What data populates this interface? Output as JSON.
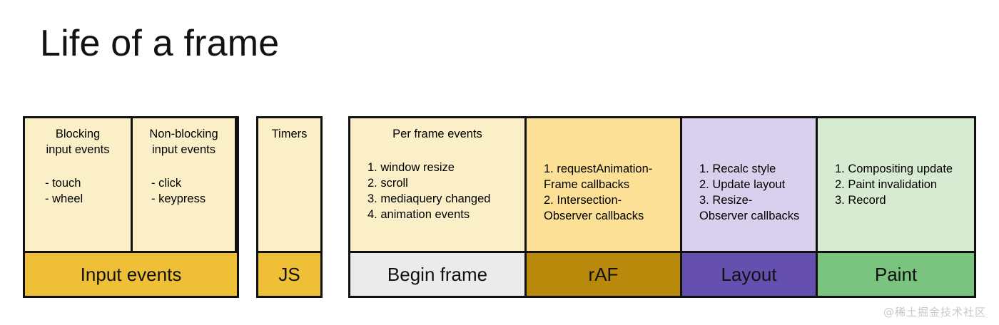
{
  "page": {
    "title": "Life of a frame",
    "background": "#ffffff",
    "watermark": "@稀土掘金技术社区",
    "watermark_color": "#c9c9c9"
  },
  "colors": {
    "border": "#111111",
    "cream": "#FBEFC8",
    "amber_light": "#FCE096",
    "amber_strong": "#EFC037",
    "gold_dark": "#B8890B",
    "grey_light": "#EBEBEB",
    "lavender": "#D8D0EC",
    "purple": "#6550B0",
    "green_light": "#D7EBD3",
    "green": "#7BC47F",
    "text": "#111111"
  },
  "diagram": {
    "groups": [
      {
        "name": "input-events-group",
        "columns": [
          {
            "name": "blocking-input-events",
            "top_fill": "cream",
            "heading": "Blocking\ninput events",
            "bullets": [
              "- touch",
              "- wheel"
            ]
          },
          {
            "name": "non-blocking-input-events",
            "top_fill": "cream",
            "heading": "Non-blocking\ninput events",
            "bullets": [
              "- click",
              "- keypress"
            ]
          }
        ],
        "phase": {
          "name": "phase-input-events",
          "label": "Input events",
          "fill": "amber_strong"
        }
      },
      {
        "name": "js-group",
        "columns": [
          {
            "name": "timers",
            "top_fill": "cream",
            "heading": "Timers",
            "bullets": []
          }
        ],
        "phase": {
          "name": "phase-js",
          "label": "JS",
          "fill": "amber_strong"
        }
      },
      {
        "name": "frame-pipeline-group",
        "columns": [
          {
            "name": "per-frame-events",
            "top_fill": "cream",
            "heading": "Per frame events",
            "bullets": [
              "1. window resize",
              "2. scroll",
              "3. mediaquery changed",
              "4. animation events"
            ],
            "phase": {
              "name": "phase-begin-frame",
              "label": "Begin frame",
              "fill": "grey_light"
            }
          },
          {
            "name": "raf-callbacks",
            "top_fill": "amber_light",
            "heading": "",
            "bullets": [
              "1. requestAnimation-\nFrame callbacks",
              "2. Intersection-\nObserver callbacks"
            ],
            "phase": {
              "name": "phase-raf",
              "label": "rAF",
              "fill": "gold_dark"
            }
          },
          {
            "name": "layout-steps",
            "top_fill": "lavender",
            "heading": "",
            "bullets": [
              "1. Recalc style",
              "2. Update layout",
              "3. Resize-\nObserver callbacks"
            ],
            "phase": {
              "name": "phase-layout",
              "label": "Layout",
              "fill": "purple"
            }
          },
          {
            "name": "paint-steps",
            "top_fill": "green_light",
            "heading": "",
            "bullets": [
              "1. Compositing update",
              "2. Paint invalidation",
              "3. Record"
            ],
            "phase": {
              "name": "phase-paint",
              "label": "Paint",
              "fill": "green"
            }
          }
        ]
      }
    ]
  }
}
